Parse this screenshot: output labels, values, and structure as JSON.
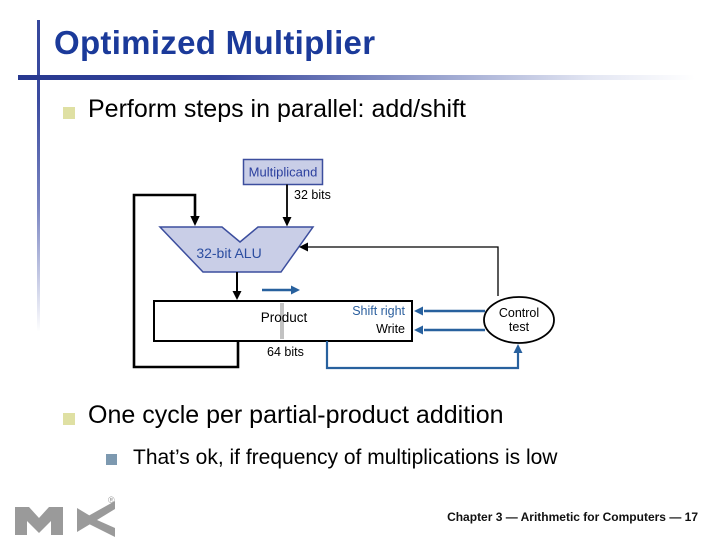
{
  "slide": {
    "title": "Optimized Multiplier",
    "bullets": [
      {
        "level": 1,
        "text": "Perform steps in parallel: add/shift"
      },
      {
        "level": 1,
        "text": "One cycle per partial-product addition"
      },
      {
        "level": 2,
        "text": "That’s ok, if frequency of multiplications is low"
      }
    ],
    "footer": "Chapter 3 — Arithmetic for Computers — 17",
    "logo_registered_mark": "®"
  },
  "diagram": {
    "multiplicand_label": "Multiplicand",
    "multiplicand_bits": "32 bits",
    "alu_label": "32-bit ALU",
    "product_label": "Product",
    "product_bits": "64 bits",
    "shift_right_label": "Shift right",
    "write_label": "Write",
    "control_line1": "Control",
    "control_line2": "test"
  },
  "colors": {
    "title_blue": "#1b3a9a",
    "accent_rule_blue": "#27388f",
    "box_fill": "#c9cee7",
    "box_border": "#3c4e9e",
    "box_text_blue": "#2b4da0",
    "arrow_blue": "#28619e",
    "shift_right_text_blue": "#2b5f9e",
    "bullet_yellow": "#dfe0a3",
    "sub_bullet_blue_gray": "#7d99b0",
    "divider_gray": "#c2c2c2",
    "logo_gray": "#9a9a9a"
  }
}
